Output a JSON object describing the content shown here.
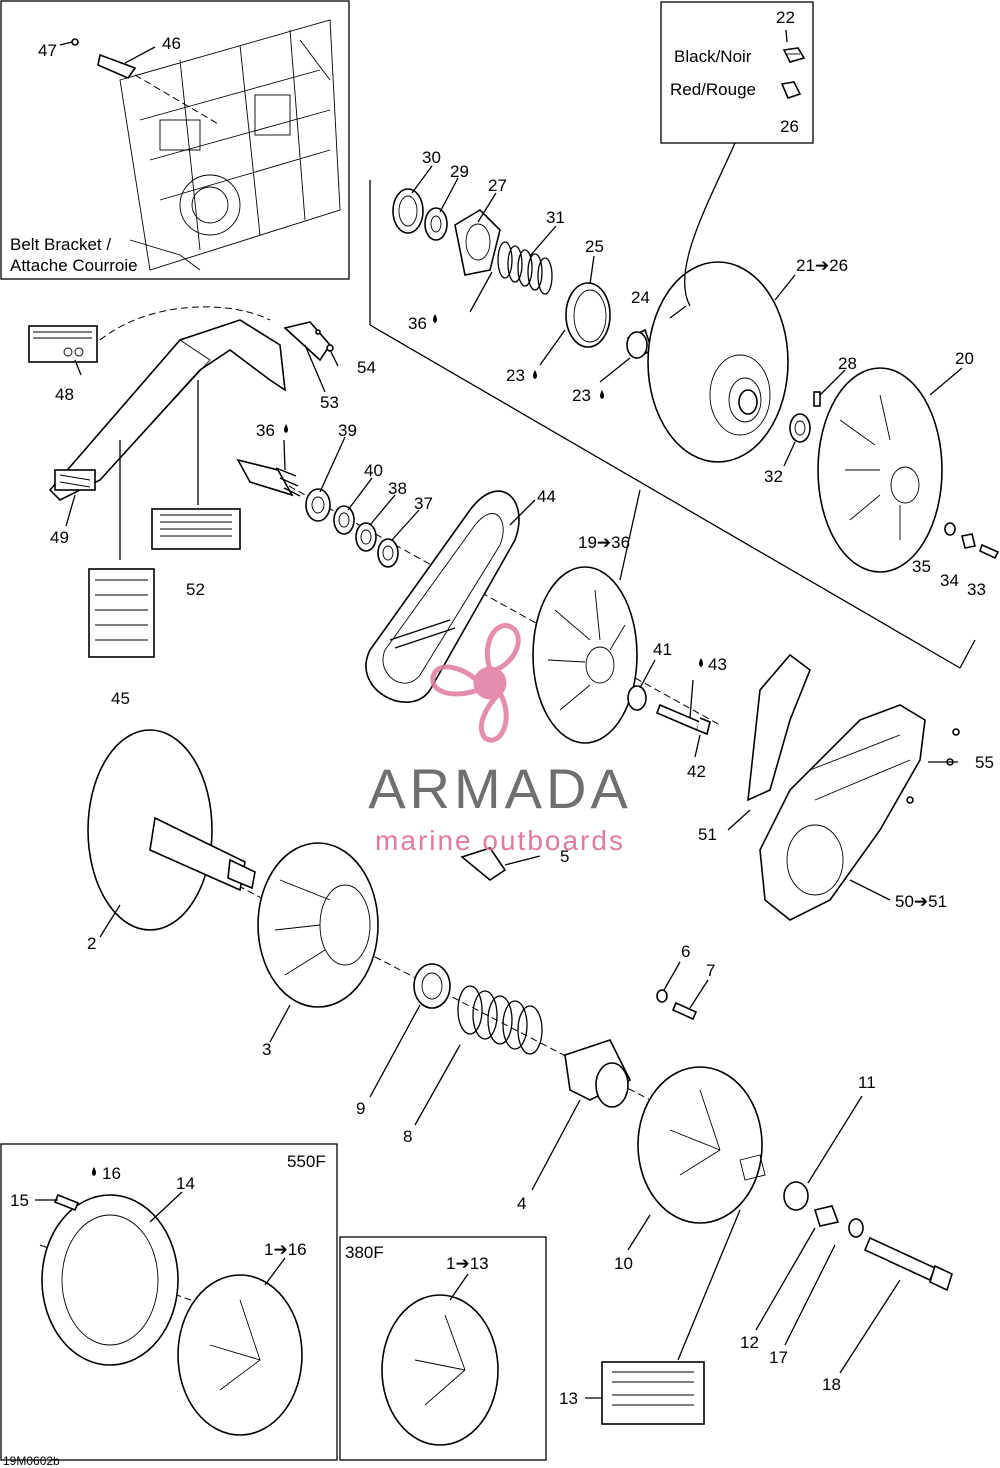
{
  "watermark": {
    "brand": "ARMADA",
    "tagline": "marine outboards",
    "color": "#e07aa0",
    "text_color": "#6f6f6f"
  },
  "insets": {
    "belt_bracket": {
      "line1": "Belt Bracket /",
      "line2": "Attache Courroie"
    },
    "cap_colors": {
      "black": "Black/Noir",
      "red": "Red/Rouge"
    },
    "model_550": "550F",
    "model_380": "380F"
  },
  "footer_code": "19M0602b",
  "callouts": {
    "c1_16": "1➔16",
    "c1_13": "1➔13",
    "c2": "2",
    "c3": "3",
    "c4": "4",
    "c5": "5",
    "c6": "6",
    "c7": "7",
    "c8": "8",
    "c9": "9",
    "c10": "10",
    "c11": "11",
    "c12": "12",
    "c13": "13",
    "c14": "14",
    "c15": "15",
    "c16": "16",
    "c17": "17",
    "c18": "18",
    "c19_36": "19➔36",
    "c20": "20",
    "c21_26": "21➔26",
    "c22": "22",
    "c23a": "23",
    "c23b": "23",
    "c24": "24",
    "c25": "25",
    "c26": "26",
    "c27": "27",
    "c28": "28",
    "c29": "29",
    "c30": "30",
    "c31": "31",
    "c32": "32",
    "c33": "33",
    "c34": "34",
    "c35": "35",
    "c36a": "36",
    "c36b": "36",
    "c37": "37",
    "c38": "38",
    "c39": "39",
    "c40": "40",
    "c41": "41",
    "c42": "42",
    "c43": "43",
    "c44": "44",
    "c45": "45",
    "c46": "46",
    "c47": "47",
    "c48": "48",
    "c49": "49",
    "c50_51": "50➔51",
    "c51": "51",
    "c52": "52",
    "c53": "53",
    "c54": "54",
    "c55": "55"
  }
}
